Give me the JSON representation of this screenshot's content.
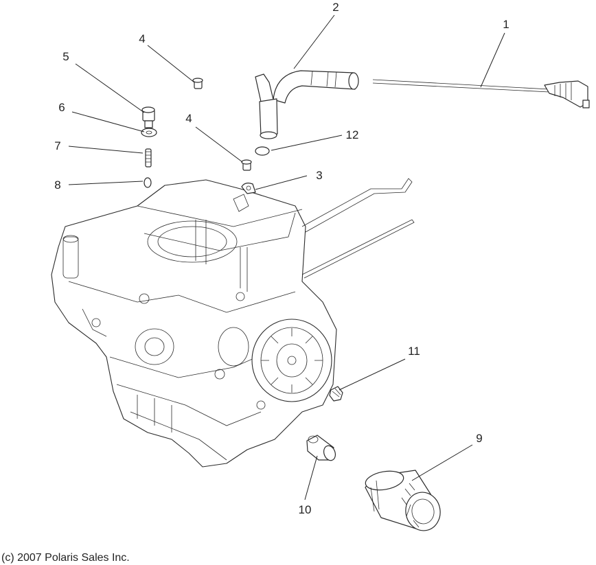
{
  "diagram": {
    "callouts": {
      "c1": "1",
      "c2": "2",
      "c3": "3",
      "c4a": "4",
      "c4b": "4",
      "c5": "5",
      "c6": "6",
      "c7": "7",
      "c8": "8",
      "c9": "9",
      "c10": "10",
      "c11": "11",
      "c12": "12"
    }
  },
  "footer": {
    "copyright": "(c) 2007 Polaris Sales Inc."
  }
}
